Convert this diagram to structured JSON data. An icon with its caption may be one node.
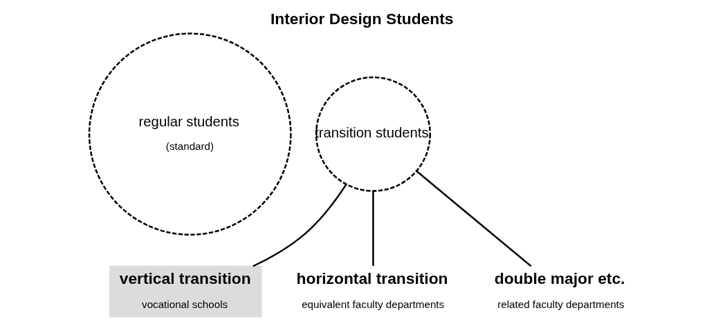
{
  "diagram": {
    "title": "Interior Design Students",
    "nodes": [
      {
        "text": [
          "regular students",
          "(standard)"
        ]
      },
      {
        "text": [
          "transition students"
        ]
      },
      {
        "text": [
          "vertical transition",
          "vocational schools"
        ]
      },
      {
        "text": [
          "horizontal transition",
          "equivalent faculty departments"
        ]
      },
      {
        "text": [
          "double major etc.",
          "related faculty departments"
        ]
      }
    ],
    "edges": [
      {
        "from": 1,
        "to": 2,
        "arrow": "none"
      },
      {
        "from": 1,
        "to": 3,
        "arrow": "none"
      },
      {
        "from": 1,
        "to": 4,
        "arrow": "none"
      }
    ]
  }
}
